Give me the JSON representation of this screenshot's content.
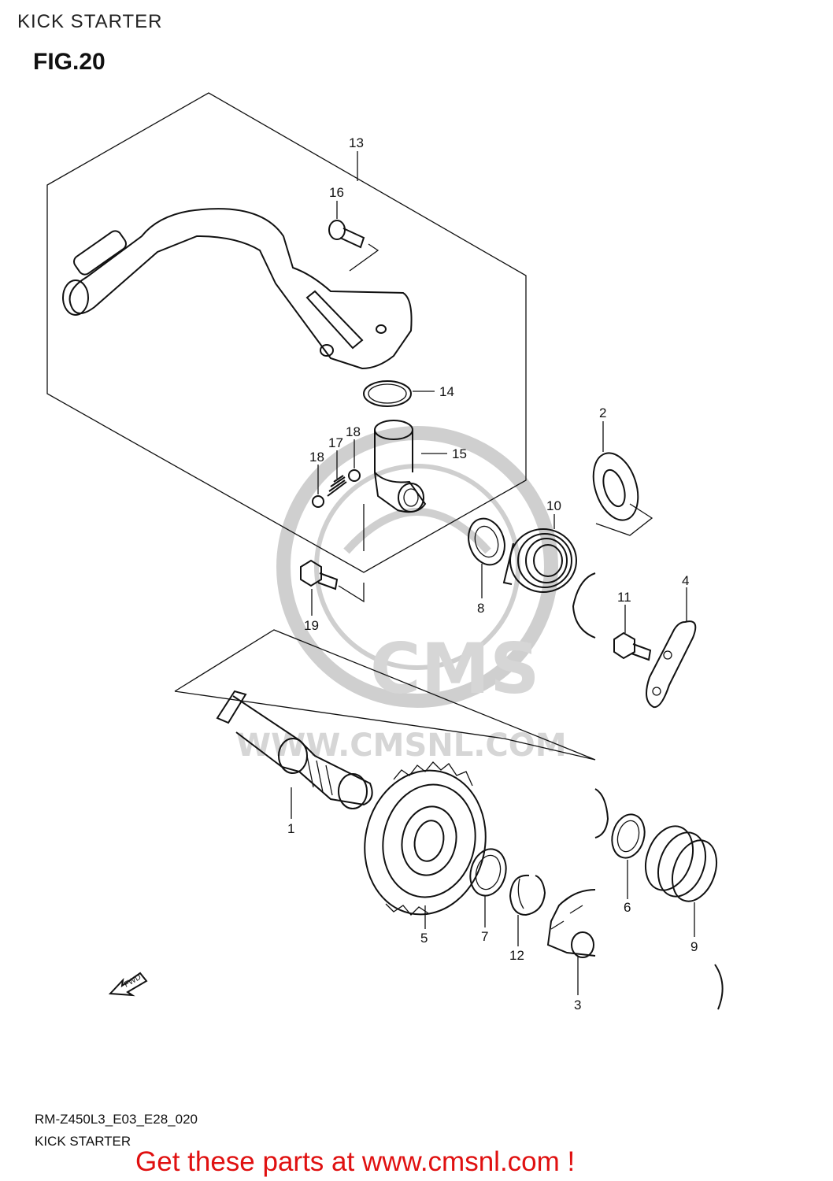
{
  "header": {
    "title": "KICK STARTER",
    "figure": "FIG.20"
  },
  "watermark": {
    "brand": "CMS",
    "url": "WWW.CMSNL.COM"
  },
  "fwd_label": "FWD",
  "callouts": [
    "1",
    "2",
    "3",
    "4",
    "5",
    "6",
    "7",
    "8",
    "9",
    "10",
    "11",
    "12",
    "13",
    "14",
    "15",
    "16",
    "17",
    "18",
    "18",
    "19"
  ],
  "footer": {
    "code": "RM-Z450L3_E03_E28_020",
    "caption": "KICK STARTER"
  },
  "promo": "Get these parts at www.cmsnl.com !"
}
